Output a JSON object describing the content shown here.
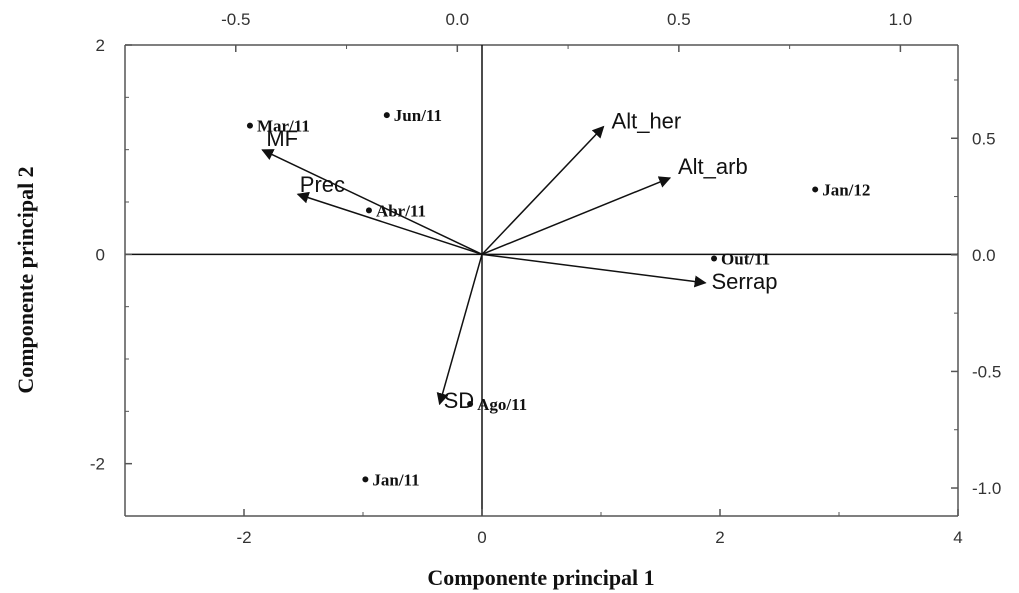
{
  "chart_data": {
    "type": "scatter",
    "subtype": "biplot",
    "xlabel": "Componente principal 1",
    "ylabel": "Componente principal 2",
    "xlim": [
      -3,
      4
    ],
    "ylim": [
      -2.5,
      2
    ],
    "x_ticks": [
      -2,
      0,
      2,
      4
    ],
    "y_ticks": [
      -2,
      0,
      2
    ],
    "x_tick_labels": [
      "-2",
      "0",
      "2",
      "4"
    ],
    "y_tick_labels": [
      "-2",
      "0",
      "2"
    ],
    "secondary_x": {
      "lim": [
        -0.75,
        1.13
      ],
      "ticks": [
        -0.5,
        0.0,
        0.5,
        1.0
      ],
      "tick_labels": [
        "-0.5",
        "0.0",
        "0.5",
        "1.0"
      ]
    },
    "secondary_y": {
      "lim": [
        -1.12,
        0.9
      ],
      "ticks": [
        0.5,
        0.0,
        -0.5,
        -1.0
      ],
      "tick_labels": [
        "0.5",
        "0.0",
        "-0.5",
        "-1.0"
      ]
    },
    "zero_lines": true,
    "grid": false,
    "scores": [
      {
        "label": "Mar/11",
        "x": -1.95,
        "y": 1.23
      },
      {
        "label": "Jun/11",
        "x": -0.8,
        "y": 1.33
      },
      {
        "label": "Abr/11",
        "x": -0.95,
        "y": 0.42
      },
      {
        "label": "Out/11",
        "x": 1.95,
        "y": -0.04
      },
      {
        "label": "Jan/12",
        "x": 2.8,
        "y": 0.62
      },
      {
        "label": "Ago/11",
        "x": -0.1,
        "y": -1.43
      },
      {
        "label": "Jan/11",
        "x": -0.98,
        "y": -2.15
      }
    ],
    "loadings": [
      {
        "label": "Alt_her",
        "x": 0.33,
        "y": 0.55
      },
      {
        "label": "Alt_arb",
        "x": 0.48,
        "y": 0.33
      },
      {
        "label": "Serrap",
        "x": 0.56,
        "y": -0.12
      },
      {
        "label": "MF",
        "x": -0.44,
        "y": 0.45
      },
      {
        "label": "Prec",
        "x": -0.36,
        "y": 0.26
      },
      {
        "label": "SD",
        "x": -0.04,
        "y": -0.64
      }
    ]
  }
}
